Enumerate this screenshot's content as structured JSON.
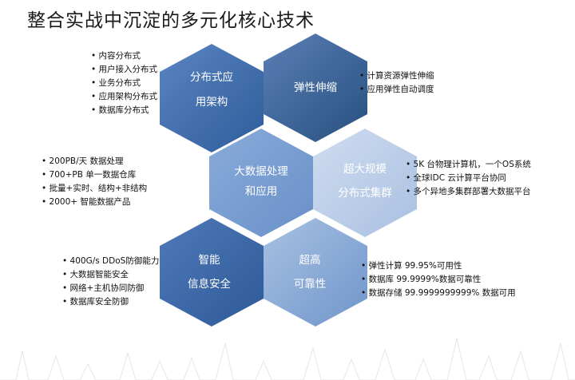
{
  "title": "整合实战中沉淀的多元化核心技术",
  "hexes": [
    {
      "id": "distributed",
      "lines": [
        "分布式应",
        "用架构"
      ],
      "colors": [
        "#5b84c2",
        "#2e5c9a"
      ]
    },
    {
      "id": "elastic",
      "lines": [
        "弹性伸缩"
      ],
      "colors": [
        "#5a7fb6",
        "#27507f"
      ]
    },
    {
      "id": "bigdata",
      "lines": [
        "大数据处理",
        "和应用"
      ],
      "colors": [
        "#89abda",
        "#6990c8"
      ]
    },
    {
      "id": "cluster",
      "lines": [
        "超大规模",
        "分布式集群"
      ],
      "colors": [
        "#cfdcef",
        "#a9c0e2"
      ]
    },
    {
      "id": "security",
      "lines": [
        "智能",
        "信息安全"
      ],
      "colors": [
        "#4f79b8",
        "#2e5a98"
      ]
    },
    {
      "id": "reliability",
      "lines": [
        "超高",
        "可靠性"
      ],
      "colors": [
        "#a9c1e2",
        "#6f95cb"
      ]
    }
  ],
  "lists": {
    "distributed": [
      "内容分布式",
      "用户接入分布式",
      "业务分布式",
      "应用架构分布式",
      "数据库分布式"
    ],
    "elastic": [
      "计算资源弹性伸缩",
      "应用弹性自动调度"
    ],
    "bigdata": [
      "200PB/天 数据处理",
      "700+PB 单一数据仓库",
      "批量+实时、结构+非结构",
      "2000+ 智能数据产品"
    ],
    "cluster": [
      "5K 台物理计算机，一个OS系统",
      "全球IDC 云计算平台协同",
      "多个异地多集群部署大数据平台"
    ],
    "security": [
      "400G/s DDoS防御能力",
      "大数据智能安全",
      "网络+主机协同防御",
      "数据库安全防御"
    ],
    "reliability": [
      "弹性计算 99.95%可用性",
      "数据库 99.9999%数据可靠性",
      "数据存储 99.9999999999% 数据可用"
    ]
  },
  "colors": {
    "background": "#ffffff",
    "text": "#111111",
    "hex_text": "#ffffff",
    "spike": "#e6e6e6"
  }
}
